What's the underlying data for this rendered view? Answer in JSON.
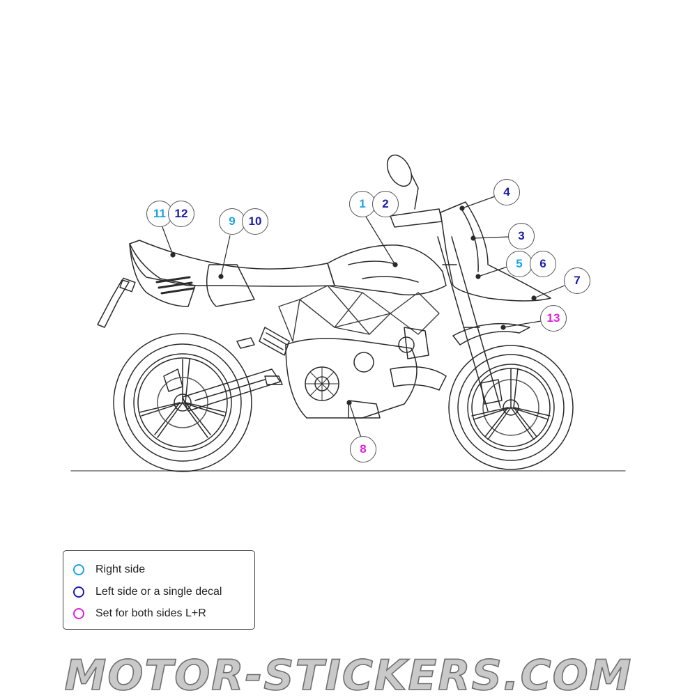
{
  "diagram": {
    "callouts": [
      {
        "id": "1",
        "side": "right"
      },
      {
        "id": "2",
        "side": "left"
      },
      {
        "id": "3",
        "side": "left"
      },
      {
        "id": "4",
        "side": "left"
      },
      {
        "id": "5",
        "side": "right"
      },
      {
        "id": "6",
        "side": "left"
      },
      {
        "id": "7",
        "side": "left"
      },
      {
        "id": "8",
        "side": "both"
      },
      {
        "id": "9",
        "side": "right"
      },
      {
        "id": "10",
        "side": "left"
      },
      {
        "id": "11",
        "side": "right"
      },
      {
        "id": "12",
        "side": "left"
      },
      {
        "id": "13",
        "side": "both"
      }
    ]
  },
  "legend": {
    "items": [
      {
        "label": "Right side",
        "side": "right"
      },
      {
        "label": "Left side or a single decal",
        "side": "left"
      },
      {
        "label": "Set for both sides L+R",
        "side": "both"
      }
    ]
  },
  "colors": {
    "right": "#1aa3e8",
    "left": "#1c1ca8",
    "both": "#e01ee0"
  },
  "watermark": "MOTOR-STICKERS.COM"
}
